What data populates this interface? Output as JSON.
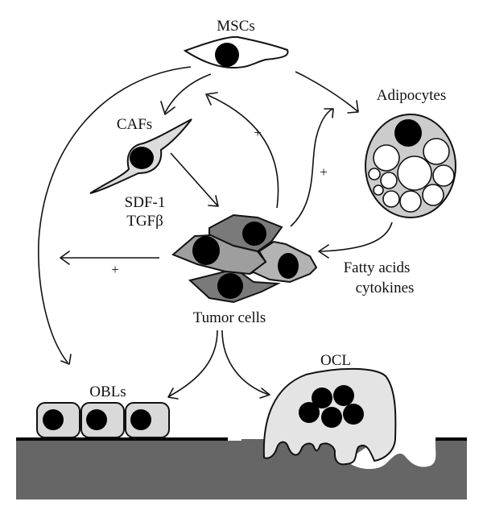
{
  "diagram": {
    "nodes": {
      "mscs": {
        "label": "MSCs"
      },
      "cafs": {
        "label": "CAFs"
      },
      "adipocytes": {
        "label": "Adipocytes"
      },
      "tumor_cells": {
        "label": "Tumor cells"
      },
      "obls": {
        "label": "OBLs"
      },
      "ocl": {
        "label": "OCL"
      }
    },
    "annotations": {
      "caf_factors": [
        "SDF-1",
        "TGFβ"
      ],
      "adipocyte_factors": [
        "Fatty acids",
        "cytokines"
      ],
      "plus_tumor_to_msc": "+",
      "plus_tumor_to_adipocytes": "+",
      "plus_tumor_left": "+"
    },
    "edges": [
      {
        "from": "MSCs",
        "to": "CAFs"
      },
      {
        "from": "MSCs",
        "to": "Adipocytes"
      },
      {
        "from": "MSCs",
        "to": "OBLs"
      },
      {
        "from": "CAFs",
        "to": "Tumor cells",
        "label": "SDF-1 TGFβ"
      },
      {
        "from": "Tumor cells",
        "to": "MSCs",
        "label": "+"
      },
      {
        "from": "Tumor cells",
        "to": "Adipocytes",
        "label": "+"
      },
      {
        "from": "Adipocytes",
        "to": "Tumor cells",
        "label": "Fatty acids cytokines"
      },
      {
        "from": "Tumor cells",
        "to": "left",
        "label": "+"
      },
      {
        "from": "Tumor cells",
        "to": "OBLs"
      },
      {
        "from": "Tumor cells",
        "to": "OCL"
      }
    ],
    "colors": {
      "bone": "#666666",
      "cell_light": "#d9d9d9",
      "cell_mid": "#b3b3b3",
      "cell_dark": "#7a7a7a",
      "nucleus": "#000000",
      "fat_droplet": "#ffffff"
    }
  }
}
